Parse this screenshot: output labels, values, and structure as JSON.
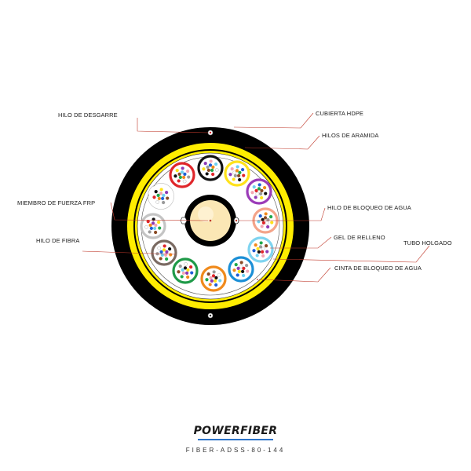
{
  "labels": {
    "hilo_desgarre": "HILO DE DESGARRE",
    "cubierta": "CUBIERTA HDPE",
    "hilos_aramida": "HILOS DE ARAMIDA",
    "miembro_frp": "MIEMBRO DE FUERZA FRP",
    "hilo_bloqueo": "HILO DE BLOQUEO DE AGUA",
    "hilo_fibra": "HILO DE FIBRA",
    "gel": "GEL DE RELLENO",
    "tubo": "TUBO HOLGADO",
    "cinta": "CINTA DE BLOQUEO DE AGUA"
  },
  "brand": {
    "name": "POWERFIBER",
    "model": "FIBER-ADSS-80-144"
  },
  "colors": {
    "jacket": "#000000",
    "aramid": "#ffed00",
    "strength_member": "#fbe7b5",
    "leader_line": "#c0392b",
    "brand_line": "#2c73c9"
  },
  "tube_colors": [
    "black",
    "yellow",
    "purple",
    "salmon",
    "light-blue",
    "blue",
    "orange",
    "green",
    "brown",
    "gray",
    "white",
    "red"
  ],
  "fiber_colors": [
    "#1f5fd6",
    "#f28a1c",
    "#1fa84a",
    "#8a4a24",
    "#9a9a9a",
    "#ffffff",
    "#e0262a",
    "#111111",
    "#ffe21a",
    "#8e3bb5",
    "#f2a7b5",
    "#6fd0f0"
  ]
}
